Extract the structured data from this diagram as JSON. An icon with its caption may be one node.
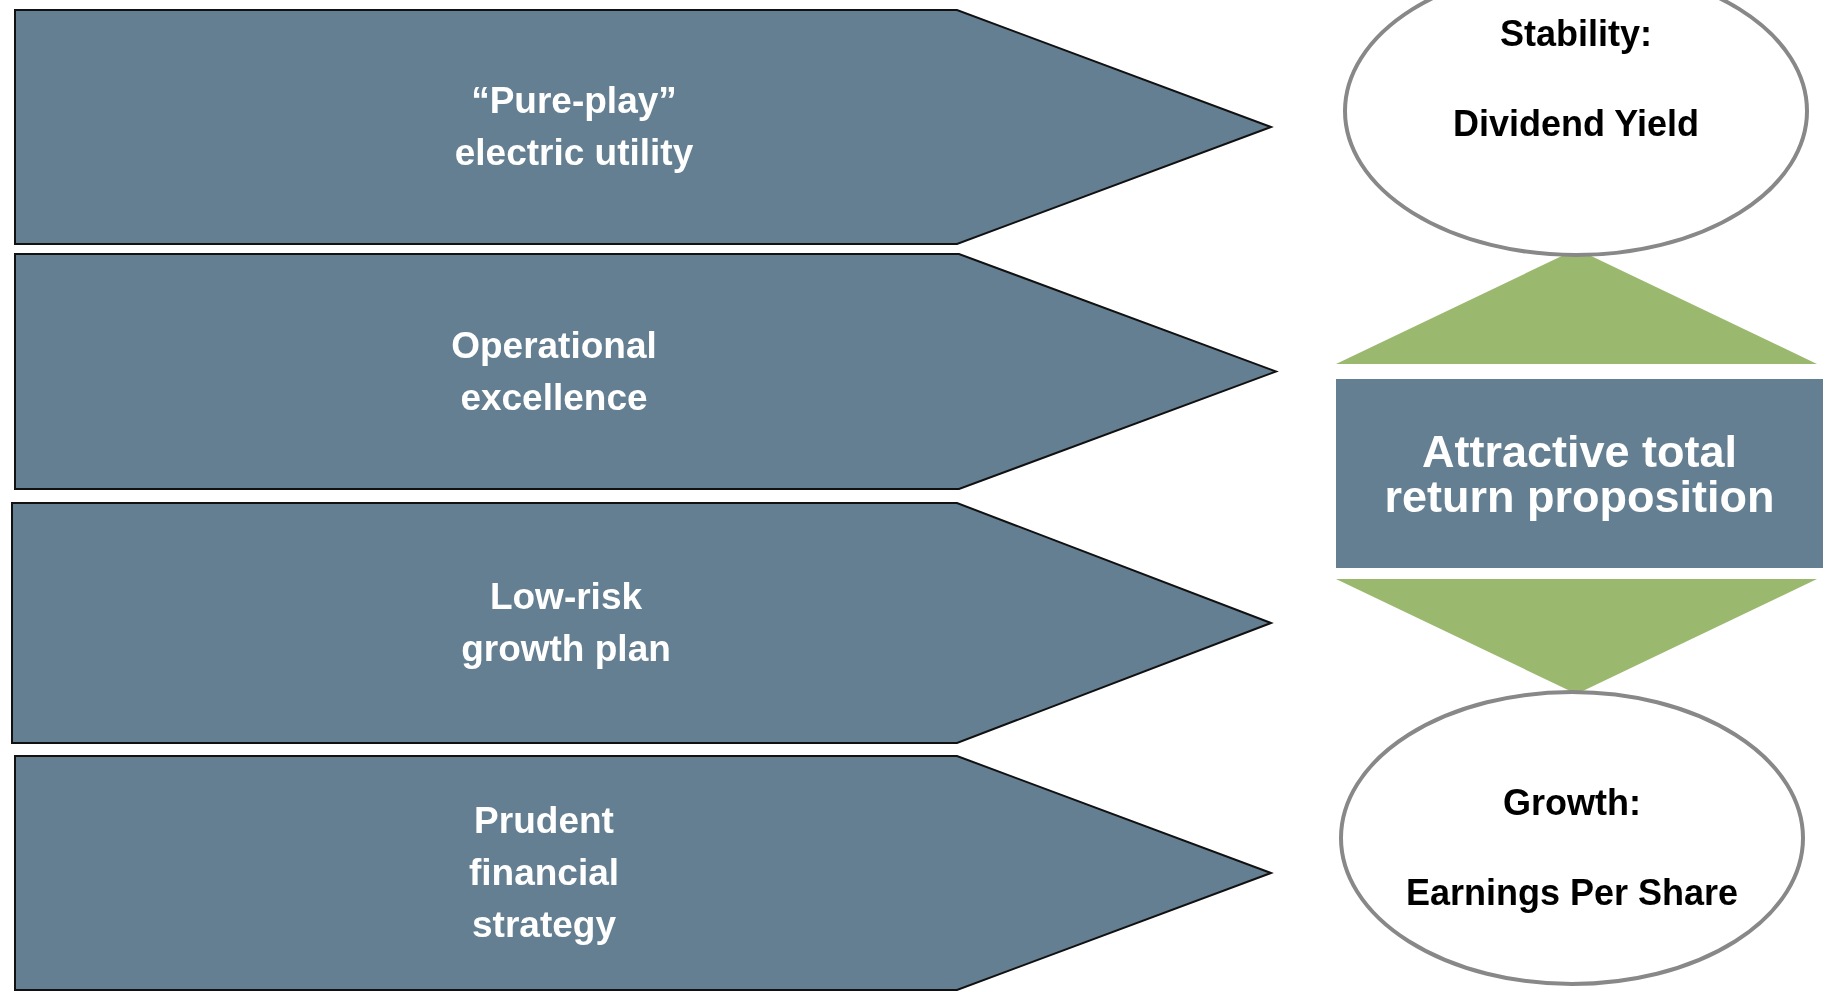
{
  "diagram": {
    "nodes": [
      {
        "text": [
          "“Pure-play” electric utility"
        ]
      },
      {
        "text": [
          "Operational excellence"
        ]
      },
      {
        "text": [
          "Low-risk growth plan"
        ]
      },
      {
        "text": [
          "Prudent financial strategy"
        ]
      },
      {
        "text": [
          "Stability:",
          "Dividend Yield"
        ]
      },
      {
        "text": [
          "Attractive total return proposition"
        ]
      },
      {
        "text": [
          "Growth:",
          "Earnings Per Share"
        ]
      }
    ],
    "edges": [
      {
        "from": 5,
        "to": 4,
        "arrow": "to"
      },
      {
        "from": 5,
        "to": 6,
        "arrow": "to"
      }
    ]
  }
}
